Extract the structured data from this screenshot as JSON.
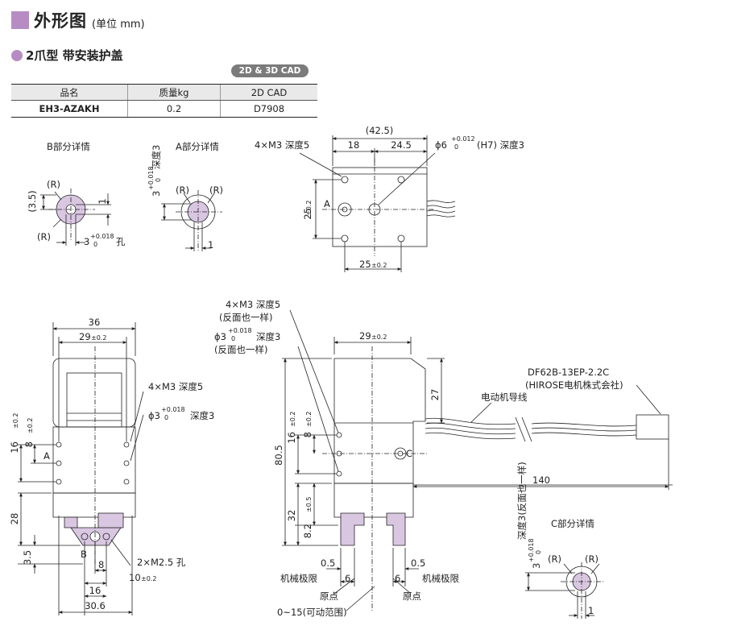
{
  "header": {
    "title": "外形图",
    "unit": "(单位 mm)"
  },
  "subheader": {
    "title": "2爪型 带安装护盖"
  },
  "cad_badge": "2D & 3D CAD",
  "spec_table": {
    "headers": [
      "品名",
      "质量kg",
      "2D CAD"
    ],
    "row": [
      "EH3-AZAKH",
      "0.2",
      "D7908"
    ]
  },
  "labels": {
    "b_detail": "B部分详情",
    "a_detail": "A部分详情",
    "c_detail": "C部分详情",
    "r": "(R)",
    "letter_a": "A",
    "letter_b": "B",
    "letter_c": "C",
    "depth3": "深度3",
    "depth3_both": "深度3(反面也一样)",
    "hole": "孔",
    "three": "3",
    "phi6": "ϕ6",
    "h7_depth": "(H7) 深度3",
    "tol_plus": "+0.018",
    "tol_plus2": "+0.012",
    "tol_zero": "0",
    "phi3": "ϕ3",
    "m3_depth5": "4×M3 深度5",
    "same_reverse": "(反面也一样)",
    "m25_hole": "2×M2.5 孔",
    "connector": "DF62B-13EP-2.2C",
    "maker": "(HIROSE电机株式会社)",
    "motor_lead": "电动机导线",
    "mech_limit": "机械极限",
    "origin": "原点",
    "range": "0~15(可动范围)"
  },
  "dims": {
    "d3_5": "(3.5)",
    "d1": "1",
    "d42_5": "(42.5)",
    "d18": "18",
    "d24_5": "24.5",
    "d25": "25",
    "tol02": "±0.2",
    "d36": "36",
    "d29": "29",
    "d16": "16",
    "d8": "8",
    "d28": "28",
    "d3_5b": "3.5",
    "d10": "10",
    "d30_6": "30.6",
    "d27": "27",
    "d80_5": "80.5",
    "d32": "32",
    "d8_2": "8.2",
    "tol05": "±0.5",
    "d140": "140",
    "d0_5": "0.5",
    "d6": "6"
  }
}
